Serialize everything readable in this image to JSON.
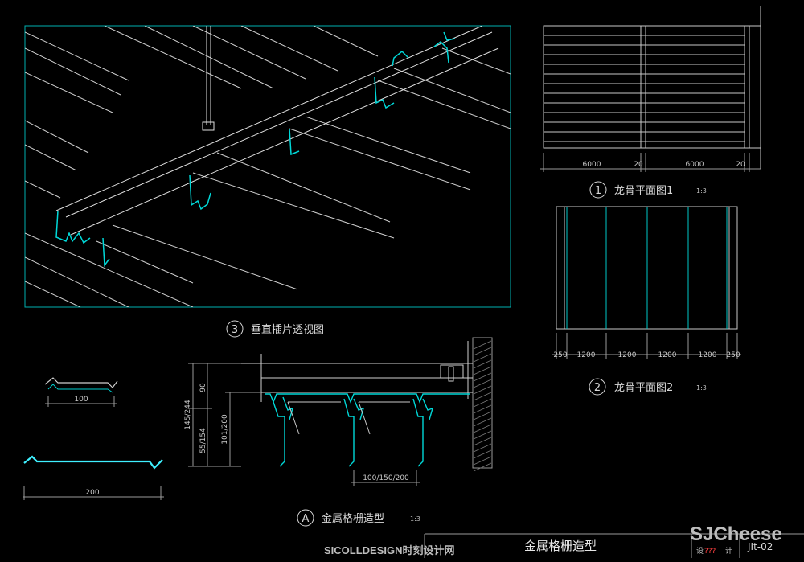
{
  "views": {
    "perspective": {
      "number": "3",
      "title": "垂直插片透视图"
    },
    "plan1": {
      "number": "1",
      "title": "龙骨平面图1",
      "scale": "1:3",
      "dims": [
        "6000",
        "20",
        "6000",
        "20"
      ]
    },
    "plan2": {
      "number": "2",
      "title": "龙骨平面图2",
      "scale": "1:3",
      "dims": [
        "250",
        "1200",
        "1200",
        "1200",
        "1200",
        "250"
      ]
    },
    "section": {
      "number": "A",
      "title": "金属格栅造型",
      "scale": "1:3",
      "dim_spacing": "100/150/200",
      "dim_heights": [
        "145/244",
        "90",
        "55/154",
        "101/200"
      ]
    },
    "profile_small": {
      "dim": "100"
    },
    "profile_large": {
      "dim": "200"
    }
  },
  "title_block": {
    "drawing_title": "金属格栅造型",
    "sheet_no": "JIt-02",
    "cells": [
      "设",
      "???",
      "计"
    ]
  },
  "watermarks": {
    "left": "SICOLLDESIGN时刻设计网",
    "right": "SJCheese"
  },
  "colors": {
    "line": "#00cccc",
    "highlight": "#3ff0ff",
    "text": "#d8d8d8",
    "background": "#000000"
  }
}
